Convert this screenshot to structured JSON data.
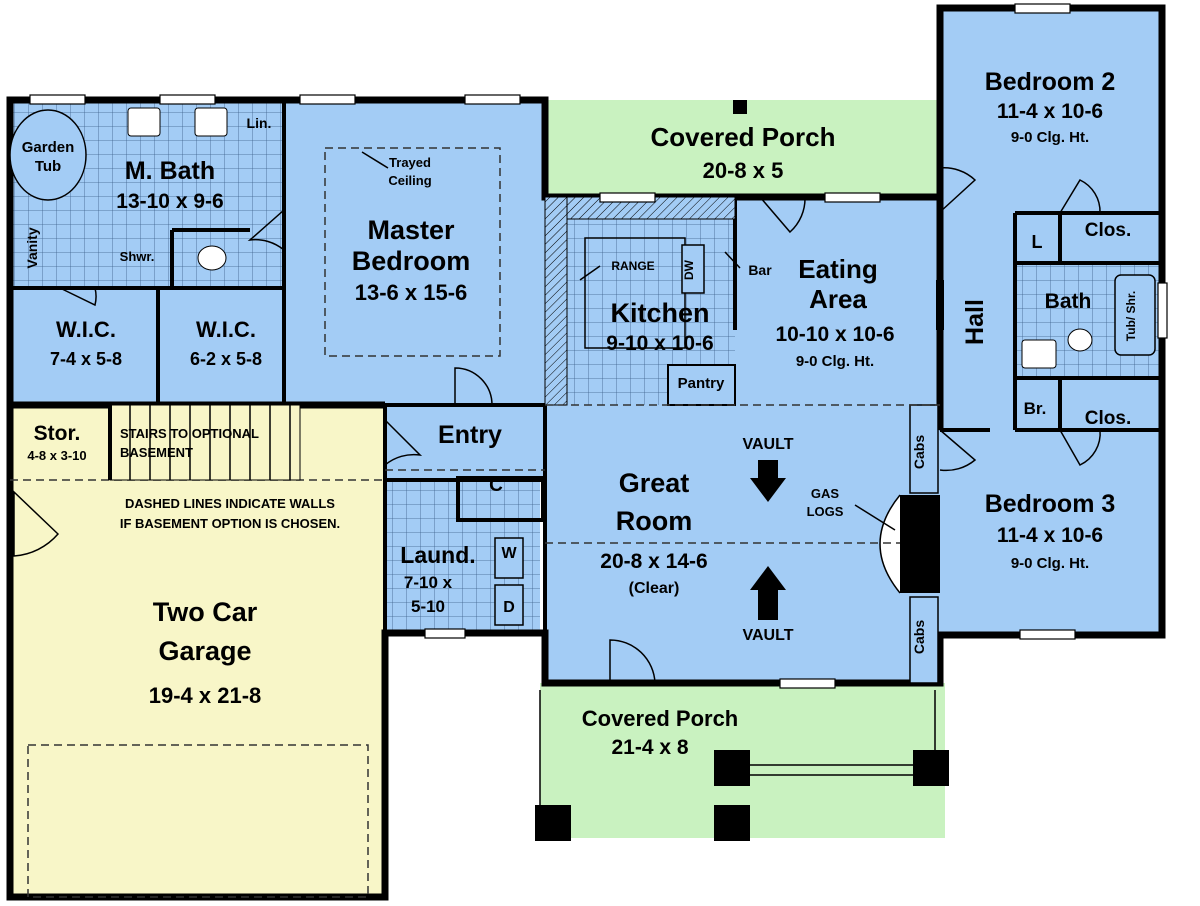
{
  "rooms": {
    "master_bath": {
      "name": "M. Bath",
      "size": "13-10 x 9-6"
    },
    "garden_tub": {
      "line1": "Garden",
      "line2": "Tub"
    },
    "linen": "Lin.",
    "vanity": "Vanity",
    "shower": "Shwr.",
    "wic1": {
      "name": "W.I.C.",
      "size": "7-4 x 5-8"
    },
    "wic2": {
      "name": "W.I.C.",
      "size": "6-2 x 5-8"
    },
    "master_bedroom": {
      "line1": "Master",
      "line2": "Bedroom",
      "size": "13-6 x 15-6"
    },
    "trayed": {
      "line1": "Trayed",
      "line2": "Ceiling"
    },
    "covered_porch_top": {
      "name": "Covered Porch",
      "size": "20-8 x 5"
    },
    "kitchen": {
      "name": "Kitchen",
      "size": "9-10 x 10-6"
    },
    "range": "RANGE",
    "dw": "DW",
    "bar": "Bar",
    "pantry": "Pantry",
    "eating_area": {
      "line1": "Eating",
      "line2": "Area",
      "size": "10-10 x 10-6",
      "ceiling": "9-0 Clg. Ht."
    },
    "bedroom2": {
      "name": "Bedroom 2",
      "size": "11-4 x 10-6",
      "ceiling": "9-0 Clg. Ht."
    },
    "closet_top": "Clos.",
    "linen_small": "L",
    "bath": "Bath",
    "tub_shower": "Tub/ Shr.",
    "hall": "Hall",
    "broom": "Br.",
    "closet_bottom": "Clos.",
    "bedroom3": {
      "name": "Bedroom 3",
      "size": "11-4 x 10-6",
      "ceiling": "9-0 Clg. Ht."
    },
    "storage": {
      "name": "Stor.",
      "size": "4-8 x 3-10"
    },
    "stairs": {
      "line1": "STAIRS TO OPTIONAL",
      "line2": "BASEMENT"
    },
    "dashed_note": {
      "line1": "DASHED LINES INDICATE WALLS",
      "line2": "IF BASEMENT OPTION IS CHOSEN."
    },
    "entry": "Entry",
    "coat_closet": "C",
    "laundry": {
      "name": "Laund.",
      "size1": "7-10 x",
      "size2": "5-10"
    },
    "washer": "W",
    "dryer": "D",
    "great_room": {
      "line1": "Great",
      "line2": "Room",
      "size": "20-8 x 14-6",
      "clear": "(Clear)"
    },
    "vault_top": "VAULT",
    "vault_bottom": "VAULT",
    "gas_logs": {
      "line1": "GAS",
      "line2": "LOGS"
    },
    "cabs_top": "Cabs",
    "cabs_bottom": "Cabs",
    "garage": {
      "line1": "Two Car",
      "line2": "Garage",
      "size": "19-4 x 21-8"
    },
    "covered_porch_bottom": {
      "name": "Covered Porch",
      "size": "21-4 x 8"
    }
  }
}
